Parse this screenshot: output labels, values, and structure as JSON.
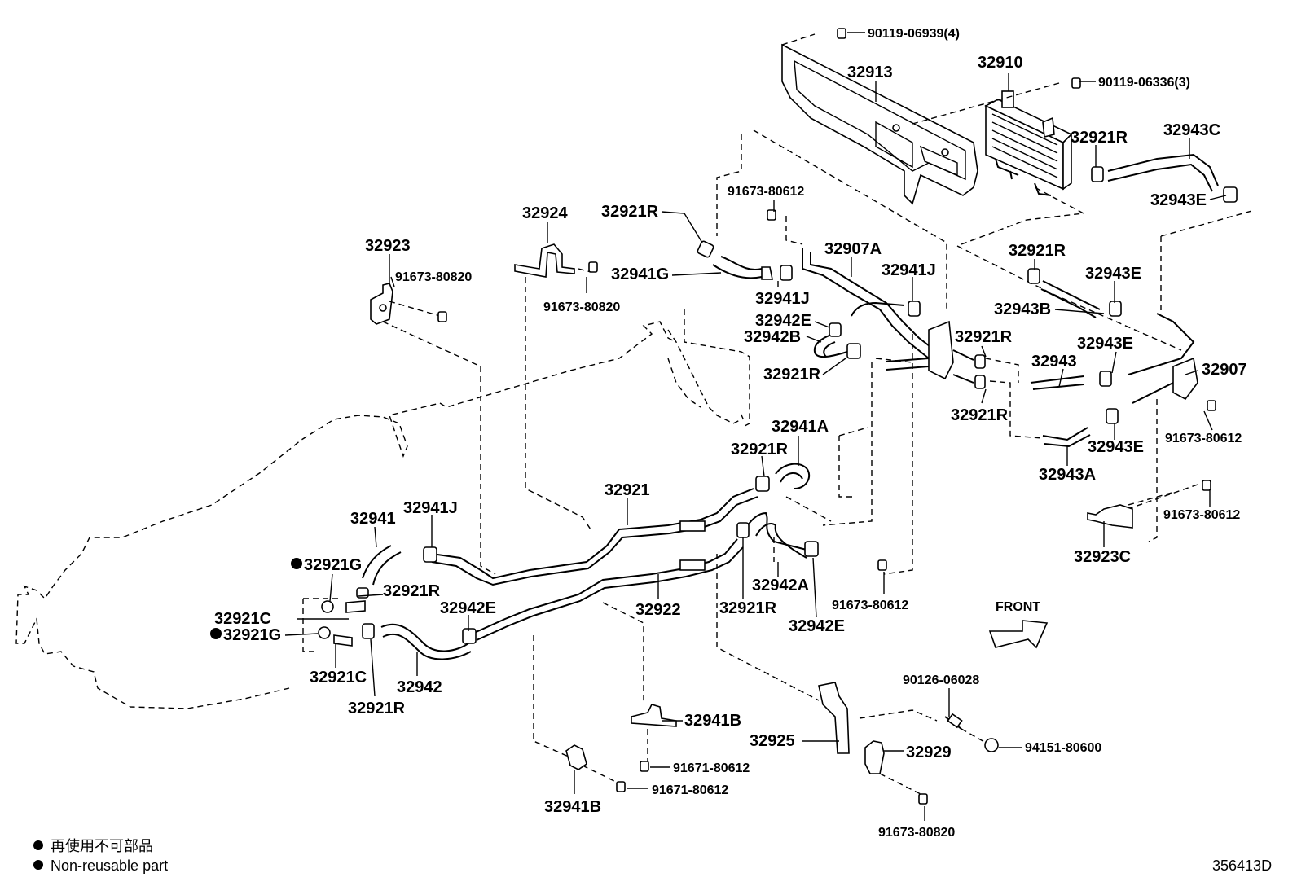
{
  "labels": {
    "p90119_06939": "90119-06939(4)",
    "p32913": "32913",
    "p32910": "32910",
    "p90119_06336": "90119-06336(3)",
    "p32921R_a": "32921R",
    "p32943C": "32943C",
    "p32943E_a": "32943E",
    "p91673_80612_a": "91673-80612",
    "p32924": "32924",
    "p32921R_b": "32921R",
    "p32907A": "32907A",
    "p32921R_c": "32921R",
    "p32923": "32923",
    "p91673_80820_a": "91673-80820",
    "p32941G": "32941G",
    "p32941J_a": "32941J",
    "p32943E_b": "32943E",
    "p91673_80820_b": "91673-80820",
    "p32941J_b": "32941J",
    "p32943B": "32943B",
    "p32942E_a": "32942E",
    "p32942B": "32942B",
    "p32921R_d": "32921R",
    "p32943E_c": "32943E",
    "p32943": "32943",
    "p32907": "32907",
    "p32921R_e": "32921R",
    "p32921R_f": "32921R",
    "p91673_80612_b": "91673-80612",
    "p32941A": "32941A",
    "p32943E_d": "32943E",
    "p32921R_g": "32921R",
    "p32943A": "32943A",
    "p32921": "32921",
    "p91673_80612_c": "91673-80612",
    "p32941": "32941",
    "p32941J_c": "32941J",
    "p32923C": "32923C",
    "p32921G_a": "32921G",
    "p32921R_h": "32921R",
    "p32942A": "32942A",
    "p91673_80612_d": "91673-80612",
    "p32921C_a": "32921C",
    "p32922": "32922",
    "p32921R_i": "32921R",
    "p32942E_b": "32942E",
    "front": "FRONT",
    "p32921G_b": "32921G",
    "p32942E_c": "32942E",
    "p32921C_b": "32921C",
    "p32942": "32942",
    "p32921R_j": "32921R",
    "p90126_06028": "90126-06028",
    "p32941B_a": "32941B",
    "p32925": "32925",
    "p32929": "32929",
    "p94151_80600": "94151-80600",
    "p91671_80612_a": "91671-80612",
    "p91671_80612_b": "91671-80612",
    "p32941B_b": "32941B",
    "p91673_80820_c": "91673-80820"
  },
  "notes": {
    "jp": "再使用不可部品",
    "en": "Non-reusable part",
    "code": "356413D"
  }
}
